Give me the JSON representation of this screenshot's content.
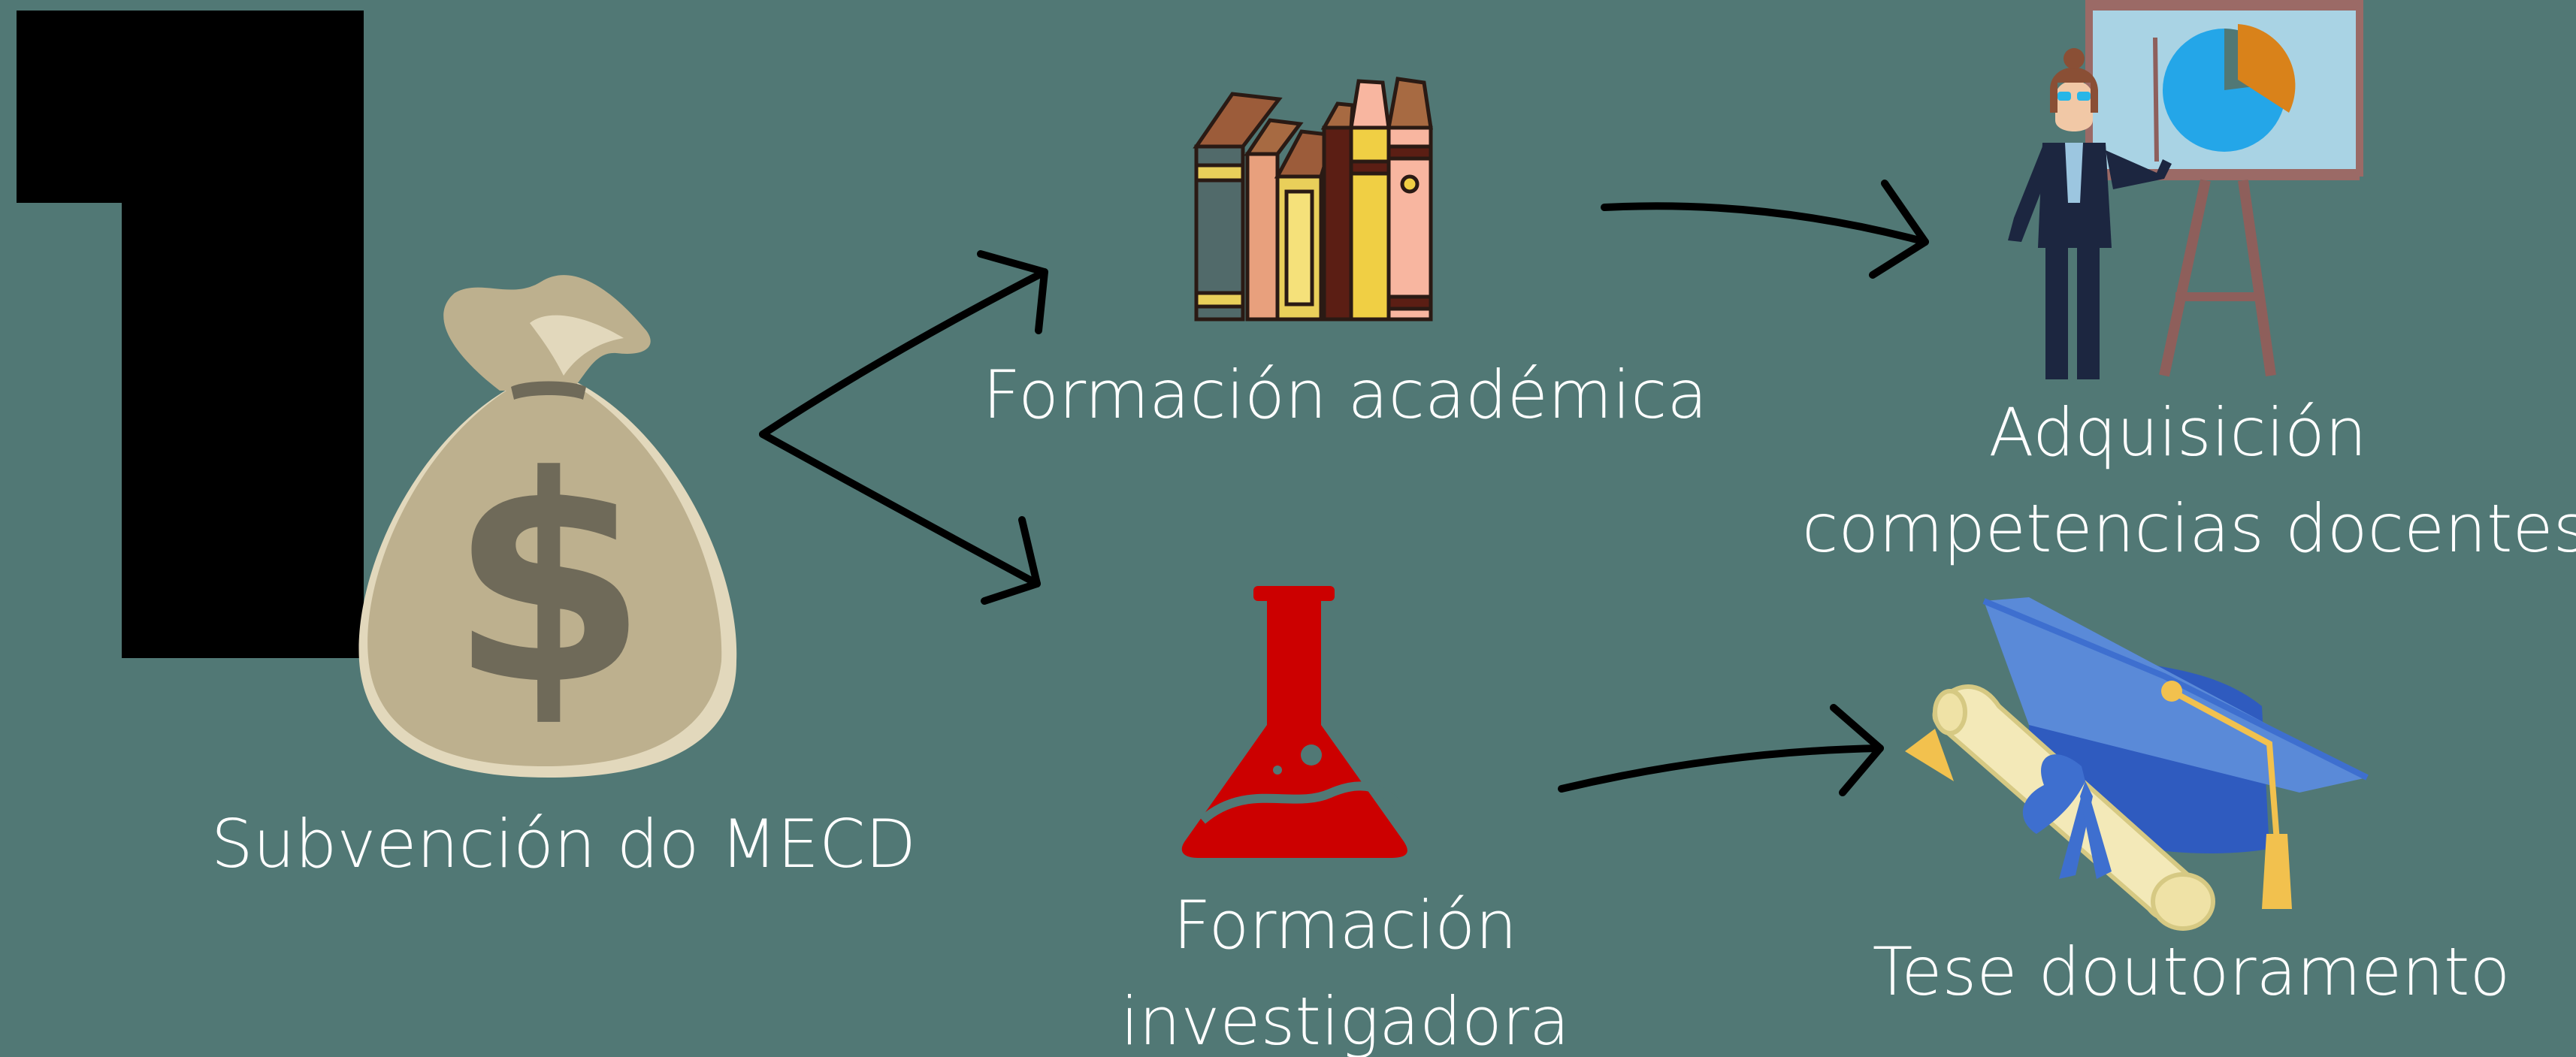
{
  "diagram": {
    "background": "#517875",
    "ink_color": "#000000",
    "text_color": "#ffffff",
    "nodes": {
      "subsidy": {
        "label": "Subvención do MECD",
        "icon": "money-bag-icon",
        "bag_color": "#bdb08e"
      },
      "academic": {
        "label": "Formación académica",
        "icon": "books-icon"
      },
      "research": {
        "label_line1": "Formación",
        "label_line2": "investigadora",
        "icon": "flask-icon",
        "flask_color": "#cc0000"
      },
      "teaching": {
        "label_line1": "Adquisición",
        "label_line2": "competencias docentes",
        "icon": "teacher-presentation-icon"
      },
      "thesis": {
        "label": "Tese doutoramento",
        "icon": "graduation-cap-diploma-icon",
        "cap_color": "#3e6fcf"
      }
    },
    "edges": [
      {
        "from": "subsidy",
        "to": "academic"
      },
      {
        "from": "subsidy",
        "to": "research"
      },
      {
        "from": "academic",
        "to": "teaching"
      },
      {
        "from": "research",
        "to": "thesis"
      }
    ]
  }
}
